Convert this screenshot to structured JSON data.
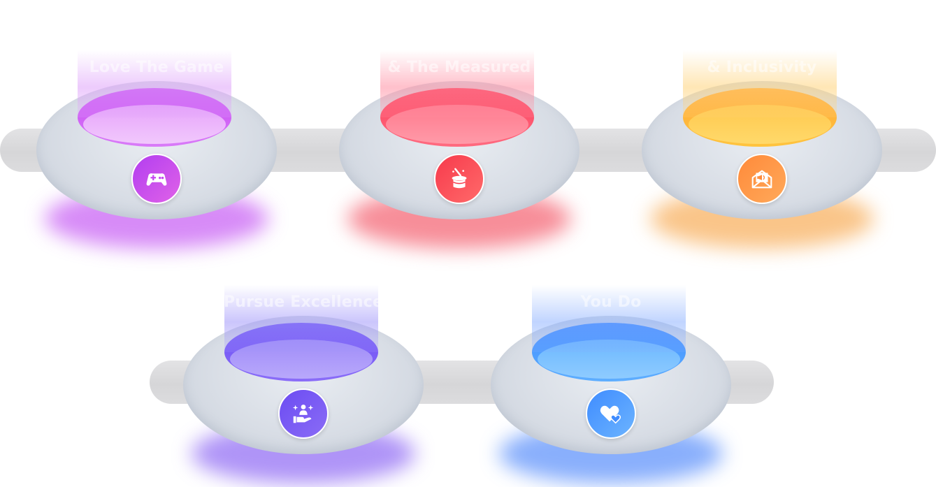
{
  "steps": [
    {
      "label": "Love The Game",
      "icon": "gamepad-icon",
      "color": "#c648f2"
    },
    {
      "label": "& The Measured",
      "icon": "magic-hat-icon",
      "color": "#fb3e5a"
    },
    {
      "label": "& Inclusivity",
      "icon": "megaphone-envelope-icon",
      "color": "#ffa63a"
    },
    {
      "label": "Pursue Excellence",
      "icon": "team-hand-sparkle-icon",
      "color": "#6a4cf4"
    },
    {
      "label": "You Do",
      "icon": "hearts-icon",
      "color": "#3e8cff"
    }
  ]
}
